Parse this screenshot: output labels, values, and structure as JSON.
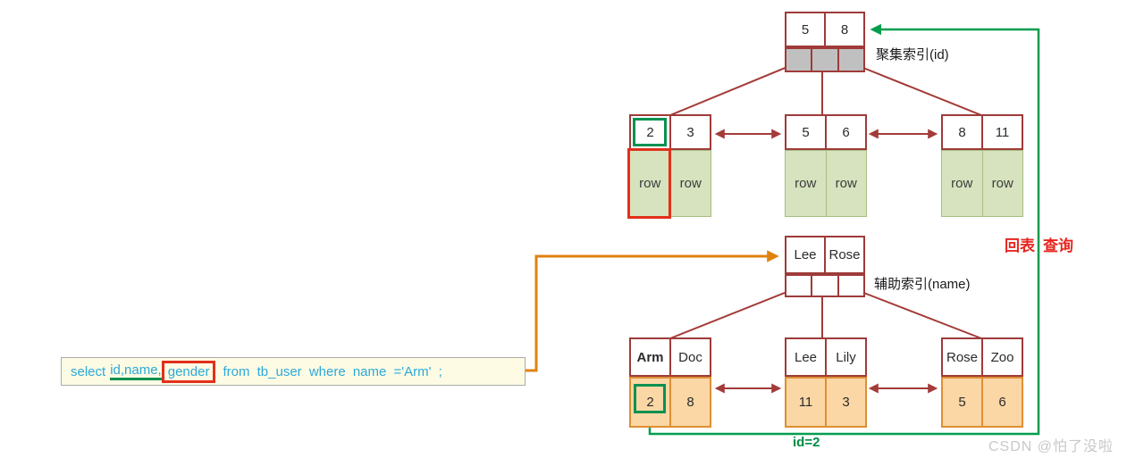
{
  "clustered_index": {
    "label": "聚集索引(id)",
    "root_keys": [
      "5",
      "8"
    ],
    "leaves": [
      {
        "keys": [
          "2",
          "3"
        ],
        "values": [
          "row",
          "row"
        ]
      },
      {
        "keys": [
          "5",
          "6"
        ],
        "values": [
          "row",
          "row"
        ]
      },
      {
        "keys": [
          "8",
          "11"
        ],
        "values": [
          "row",
          "row"
        ]
      }
    ]
  },
  "secondary_index": {
    "label": "辅助索引(name)",
    "root_keys": [
      "Lee",
      "Rose"
    ],
    "leaves": [
      {
        "keys": [
          "Arm",
          "Doc"
        ],
        "values": [
          "2",
          "8"
        ]
      },
      {
        "keys": [
          "Lee",
          "Lily"
        ],
        "values": [
          "11",
          "3"
        ]
      },
      {
        "keys": [
          "Rose",
          "Zoo"
        ],
        "values": [
          "5",
          "6"
        ]
      }
    ]
  },
  "sql": {
    "kw_select": "select",
    "cols_underlined": "id,name,",
    "col_boxed": "gender",
    "rest": "from tb_user where name ='Arm' ;"
  },
  "annotations": {
    "back_table": "回表",
    "query": "查询",
    "id_value": "id=2"
  },
  "watermark": "CSDN @怕了没啦",
  "colors": {
    "node_border": "#9e3b39",
    "line_red": "#a33b38",
    "row_green_fill": "#d6e3be",
    "value_orange_fill": "#fbd7a6",
    "pointer_gray": "#c1c0c0",
    "accent_green": "#009e4e",
    "accent_red": "#e1301b",
    "accent_orange": "#e0820f",
    "sql_text": "#2ba9dc"
  }
}
